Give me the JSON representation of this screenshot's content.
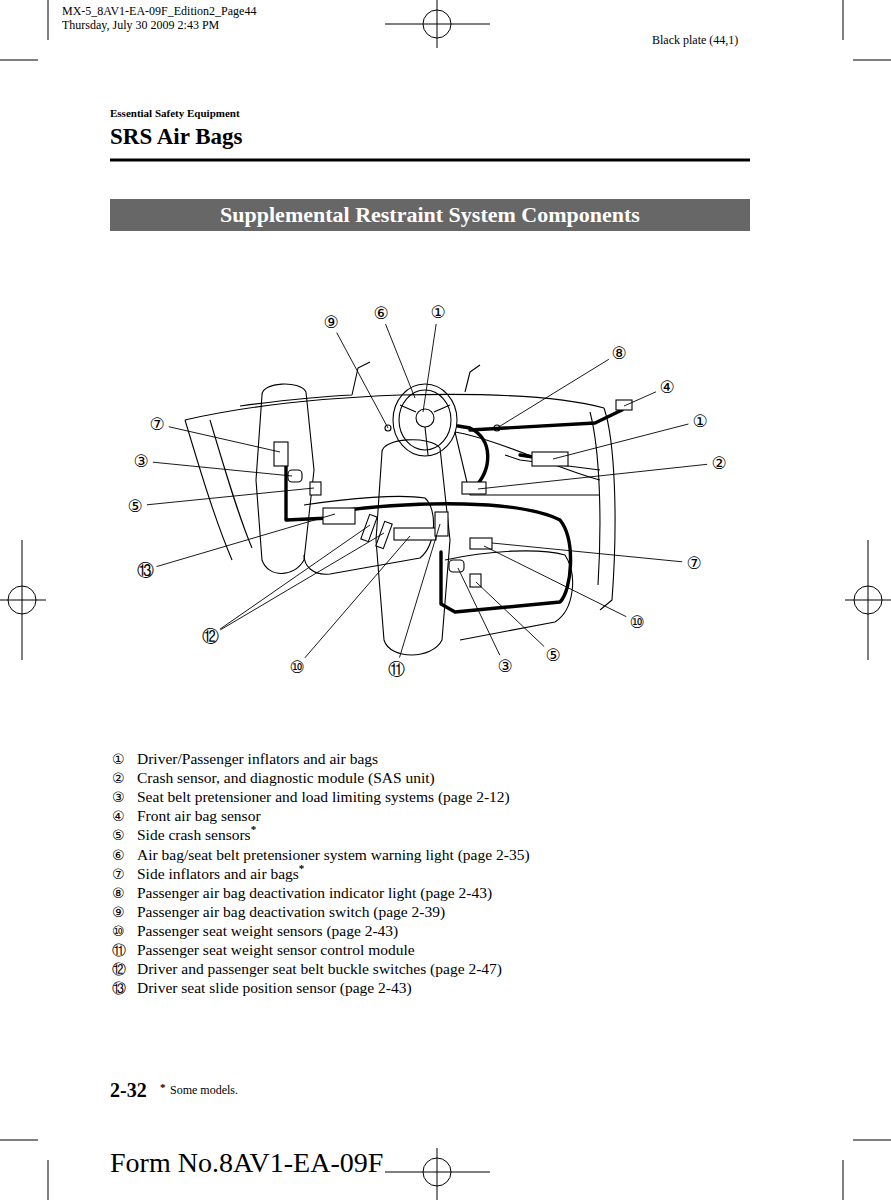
{
  "diagram": {
    "title": "SRS Air Bags",
    "nodes": [
      {
        "text": [
          "Supplemental Restraint System Components"
        ]
      }
    ],
    "labels": [
      "MX-5_8AV1-EA-09F_Edition2_Page44",
      "Thursday, July 30 2009 2:43 PM",
      "Black plate (44,1)",
      "Essential Safety Equipment",
      "⑨",
      "⑥",
      "①",
      "⑧",
      "④",
      "⑦",
      "①",
      "③",
      "②",
      "⑤",
      "⑦",
      "⑬",
      "⑩",
      "⑫",
      "⑤",
      "③",
      "⑩",
      "⑪",
      "①",
      "Driver/Passenger inflators and air bags",
      "②",
      "Crash sensor, and diagnostic module (SAS unit)",
      "③",
      "Seat belt pretensioner and load limiting systems (page 2-12)",
      "④",
      "Front air bag sensor",
      "⑤",
      "Side crash sensors",
      "*",
      "⑥",
      "Air bag/seat belt pretensioner system warning light (page 2-35)",
      "⑦",
      "Side inflators and air bags",
      "*",
      "⑧",
      "Passenger air bag deactivation indicator light (page 2-43)",
      "⑨",
      "Passenger air bag deactivation switch (page 2-39)",
      "⑩",
      "Passenger seat weight sensors (page 2-43)",
      "⑪",
      "Passenger seat weight sensor control module",
      "⑫",
      "Driver and passenger seat belt buckle switches (page 2-47)",
      "⑬",
      "Driver seat slide position sensor (page 2-43)",
      "2-32",
      "*",
      "Some models.",
      "Form No.8AV1-EA-09F"
    ]
  }
}
